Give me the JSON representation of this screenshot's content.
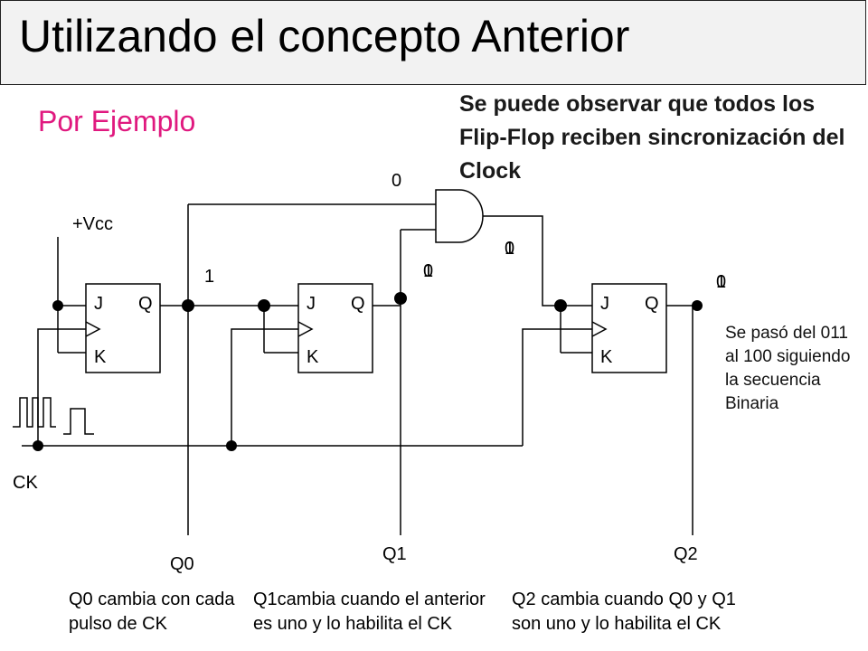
{
  "title": "Utilizando el concepto  Anterior",
  "subtitle": "Por Ejemplo",
  "note_main": "Se puede observar que todos los Flip-Flop reciben sincronización del Clock",
  "labels": {
    "vcc": "+Vcc",
    "ck": "CK",
    "q0": "Q0",
    "q1": "Q1",
    "q2": "Q2",
    "j": "J",
    "q": "Q",
    "k": "K"
  },
  "bits": {
    "and_out": "0",
    "q0_val": "1",
    "q1_val_a": "1",
    "q1_val_b": "0",
    "and_in_a": "0",
    "and_in_b": "1",
    "q2_val_a": "1",
    "q2_val_b": "0"
  },
  "note_right": "Se pasó del 011 al 100 siguiendo la secuencia Binaria",
  "captions": {
    "q0": [
      "Q0 cambia con cada",
      "pulso de CK"
    ],
    "q1": [
      "Q1cambia cuando el anterior",
      "es uno y lo habilita el CK"
    ],
    "q2": [
      "Q2 cambia cuando Q0 y Q1",
      "son uno y lo habilita el CK"
    ]
  }
}
